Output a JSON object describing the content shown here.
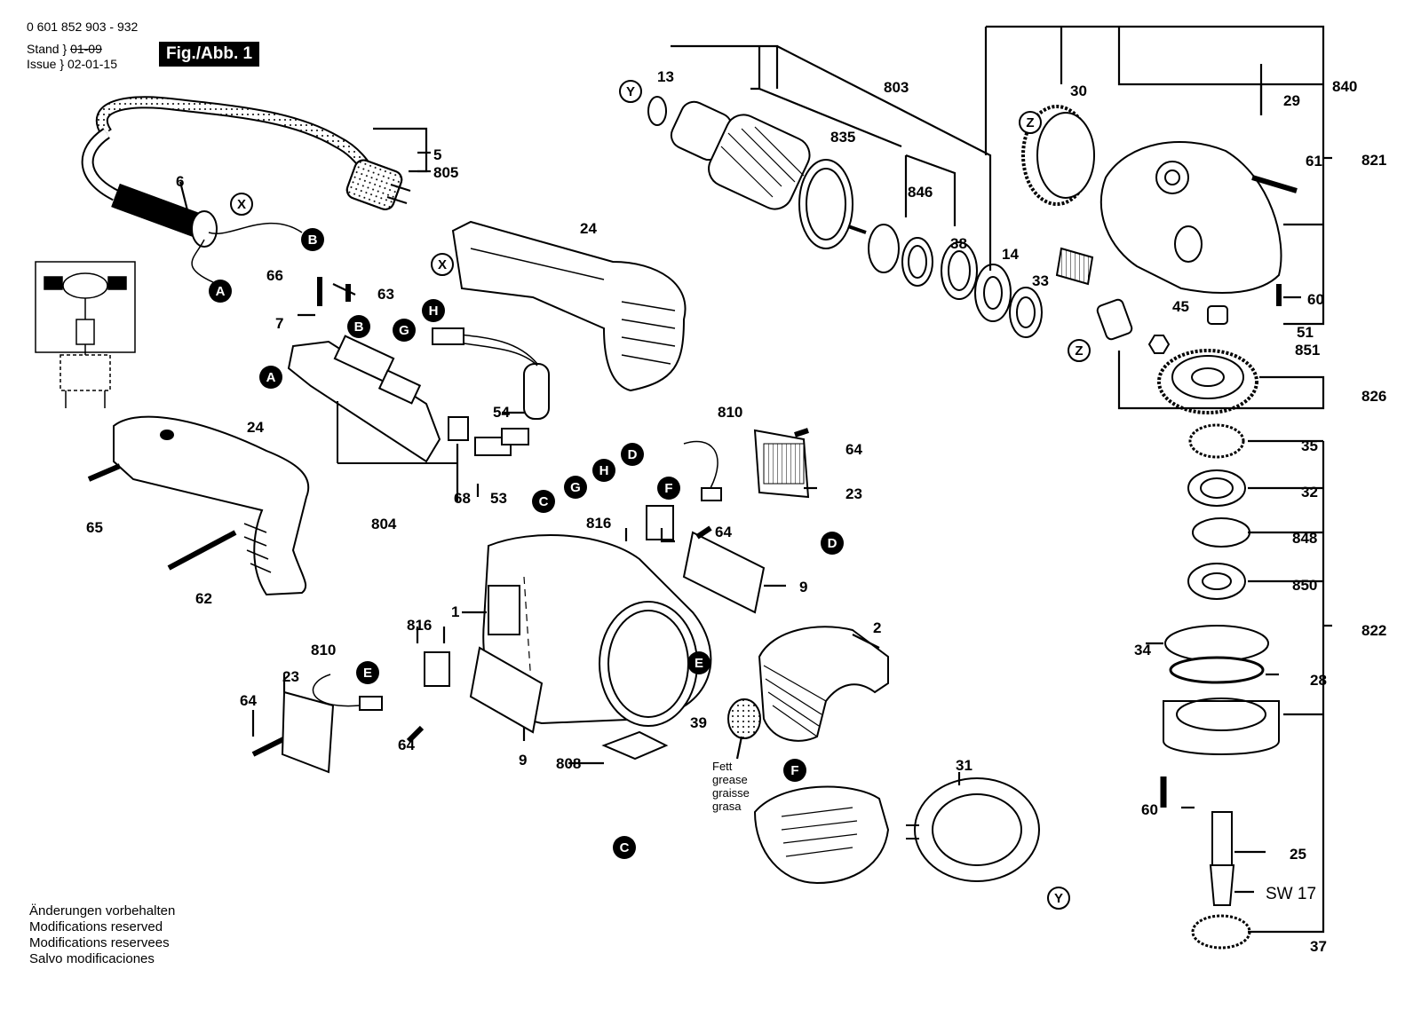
{
  "header": {
    "part_number": "0 601 852 903 - 932",
    "stand_label": "Stand",
    "stand_value": "01-09",
    "issue_label": "Issue",
    "issue_value": "02-01-15",
    "figure": "Fig./Abb. 1"
  },
  "notes": [
    "Änderungen vorbehalten",
    "Modifications reserved",
    "Modifications reservees",
    "Salvo modificaciones"
  ],
  "grease_note": [
    "Fett",
    "grease",
    "graisse",
    "grasa"
  ],
  "wrench_size": "SW 17",
  "callouts": {
    "c_1": "1",
    "c_2": "2",
    "c_5": "5",
    "c_6": "6",
    "c_7": "7",
    "c_9a": "9",
    "c_9b": "9",
    "c_13": "13",
    "c_14": "14",
    "c_23a": "23",
    "c_23b": "23",
    "c_24a": "24",
    "c_24b": "24",
    "c_25": "25",
    "c_28": "28",
    "c_29": "29",
    "c_30": "30",
    "c_31": "31",
    "c_32": "32",
    "c_33": "33",
    "c_34": "34",
    "c_35": "35",
    "c_37": "37",
    "c_38": "38",
    "c_39": "39",
    "c_45": "45",
    "c_51": "51",
    "c_53": "53",
    "c_54": "54",
    "c_60a": "60",
    "c_60b": "60",
    "c_61": "61",
    "c_62": "62",
    "c_63": "63",
    "c_64a": "64",
    "c_64b": "64",
    "c_64c": "64",
    "c_65": "65",
    "c_66": "66",
    "c_68": "68",
    "c_803": "803",
    "c_804": "804",
    "c_805": "805",
    "c_808": "808",
    "c_810a": "810",
    "c_810b": "810",
    "c_816a": "816",
    "c_816b": "816",
    "c_821": "821",
    "c_822": "822",
    "c_826": "826",
    "c_835": "835",
    "c_840": "840",
    "c_846": "846",
    "c_848": "848",
    "c_850": "850",
    "c_851": "851"
  },
  "connectors": {
    "A": "A",
    "B": "B",
    "C": "C",
    "D": "D",
    "E": "E",
    "F": "F",
    "G": "G",
    "H": "H",
    "X": "X",
    "Y": "Y",
    "Z": "Z"
  }
}
